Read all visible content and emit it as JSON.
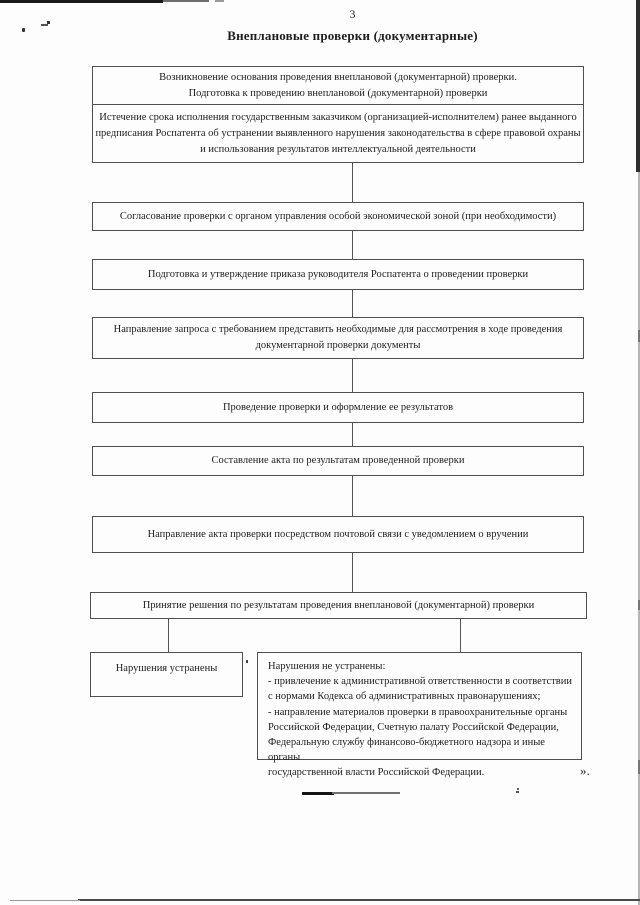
{
  "page": {
    "number": "3",
    "title": "Внеплановые проверки (документарные)",
    "closing_mark": "»."
  },
  "flowchart": {
    "start_box": {
      "line1": "Возникновение основания проведения внеплановой (документарной) проверки.",
      "line2": "Подготовка к проведению внеплановой (документарной) проверки",
      "sub_line1": "Истечение срока исполнения государственным заказчиком (организацией-исполнителем) ранее выданного",
      "sub_line2": "предписания Роспатента об устранении выявленного нарушения законодательства в сфере правовой охраны",
      "sub_line3": "и использования результатов интеллектуальной деятельности"
    },
    "step_agreement": "Согласование проверки с органом управления особой экономической зоной (при необходимости)",
    "step_order": "Подготовка и утверждение приказа руководителя Роспатента о проведении проверки",
    "step_request_line1": "Направление запроса с требованием представить необходимые для рассмотрения в ходе проведения",
    "step_request_line2": "документарной проверки документы",
    "step_conduct": "Проведение проверки и оформление ее результатов",
    "step_act": "Составление акта по результатам проведенной проверки",
    "step_send_act": "Направление акта проверки посредством почтовой связи с уведомлением о вручении",
    "step_decision": "Принятие решения по результатам проведения внеплановой (документарной) проверки",
    "outcome_fixed": "Нарушения устранены",
    "outcome_not_fixed": {
      "line1": "Нарушения не устранены:",
      "line2": "- привлечение к административной ответственности в соответствии",
      "line3": "с нормами Кодекса об административных правонарушениях;",
      "line4": "- направление материалов проверки в правоохранительные органы",
      "line5": "Российской Федерации, Счетную палату Российской Федерации,",
      "line6": "Федеральную службу финансово-бюджетного надзора и иные органы",
      "line7": "государственной власти Российской Федерации."
    }
  },
  "colors": {
    "ink": "#1d1d1d",
    "border": "#4f4f4f",
    "paper": "#fdfdfd"
  }
}
